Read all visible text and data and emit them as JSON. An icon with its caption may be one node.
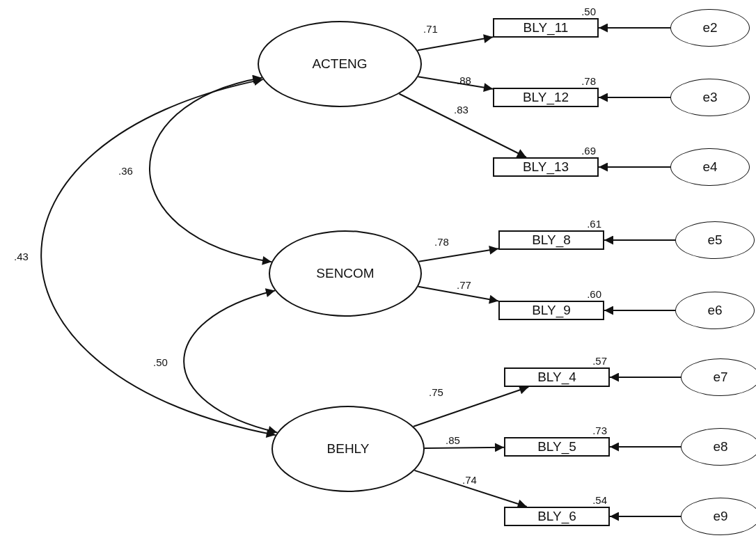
{
  "diagram": {
    "nodes": [
      {
        "text": [
          "ACTENG"
        ]
      },
      {
        "text": [
          "BLY_11"
        ],
        "beside": [
          ".50"
        ]
      },
      {
        "text": [
          "e2"
        ]
      },
      {
        "text": [
          "BLY_12"
        ],
        "beside": [
          ".78"
        ]
      },
      {
        "text": [
          "e3"
        ]
      },
      {
        "text": [
          "BLY_13"
        ],
        "beside": [
          ".69"
        ]
      },
      {
        "text": [
          "e4"
        ]
      },
      {
        "text": [
          "SENCOM"
        ]
      },
      {
        "text": [
          "BLY_8"
        ],
        "beside": [
          ".61"
        ]
      },
      {
        "text": [
          "e5"
        ]
      },
      {
        "text": [
          "BLY_9"
        ],
        "beside": [
          ".60"
        ]
      },
      {
        "text": [
          "e6"
        ]
      },
      {
        "text": [
          "BEHLY"
        ]
      },
      {
        "text": [
          "BLY_4"
        ],
        "beside": [
          ".57"
        ]
      },
      {
        "text": [
          "e7"
        ]
      },
      {
        "text": [
          "BLY_5"
        ],
        "beside": [
          ".73"
        ]
      },
      {
        "text": [
          "e8"
        ]
      },
      {
        "text": [
          "BLY_6"
        ],
        "beside": [
          ".54"
        ]
      },
      {
        "text": [
          "e9"
        ]
      }
    ],
    "edges": [
      {
        "from": 0,
        "to": 1,
        "arrow": "to",
        "label": ".71"
      },
      {
        "from": 0,
        "to": 3,
        "arrow": "to",
        "label": ".88"
      },
      {
        "from": 0,
        "to": 5,
        "arrow": "to",
        "label": ".83"
      },
      {
        "from": 2,
        "to": 1,
        "arrow": "to"
      },
      {
        "from": 4,
        "to": 3,
        "arrow": "to"
      },
      {
        "from": 6,
        "to": 5,
        "arrow": "to"
      },
      {
        "from": 7,
        "to": 8,
        "arrow": "to",
        "label": ".78"
      },
      {
        "from": 7,
        "to": 10,
        "arrow": "to",
        "label": ".77"
      },
      {
        "from": 9,
        "to": 8,
        "arrow": "to"
      },
      {
        "from": 11,
        "to": 10,
        "arrow": "to"
      },
      {
        "from": 12,
        "to": 13,
        "arrow": "to",
        "label": ".75"
      },
      {
        "from": 12,
        "to": 15,
        "arrow": "to",
        "label": ".85"
      },
      {
        "from": 12,
        "to": 17,
        "arrow": "to",
        "label": ".74"
      },
      {
        "from": 14,
        "to": 13,
        "arrow": "to"
      },
      {
        "from": 16,
        "to": 15,
        "arrow": "to"
      },
      {
        "from": 18,
        "to": 17,
        "arrow": "to"
      },
      {
        "from": 0,
        "to": 7,
        "arrow": "both",
        "label": ".36"
      },
      {
        "from": 0,
        "to": 12,
        "arrow": "both",
        "label": ".43"
      },
      {
        "from": 7,
        "to": 12,
        "arrow": "both",
        "label": ".50"
      }
    ]
  }
}
